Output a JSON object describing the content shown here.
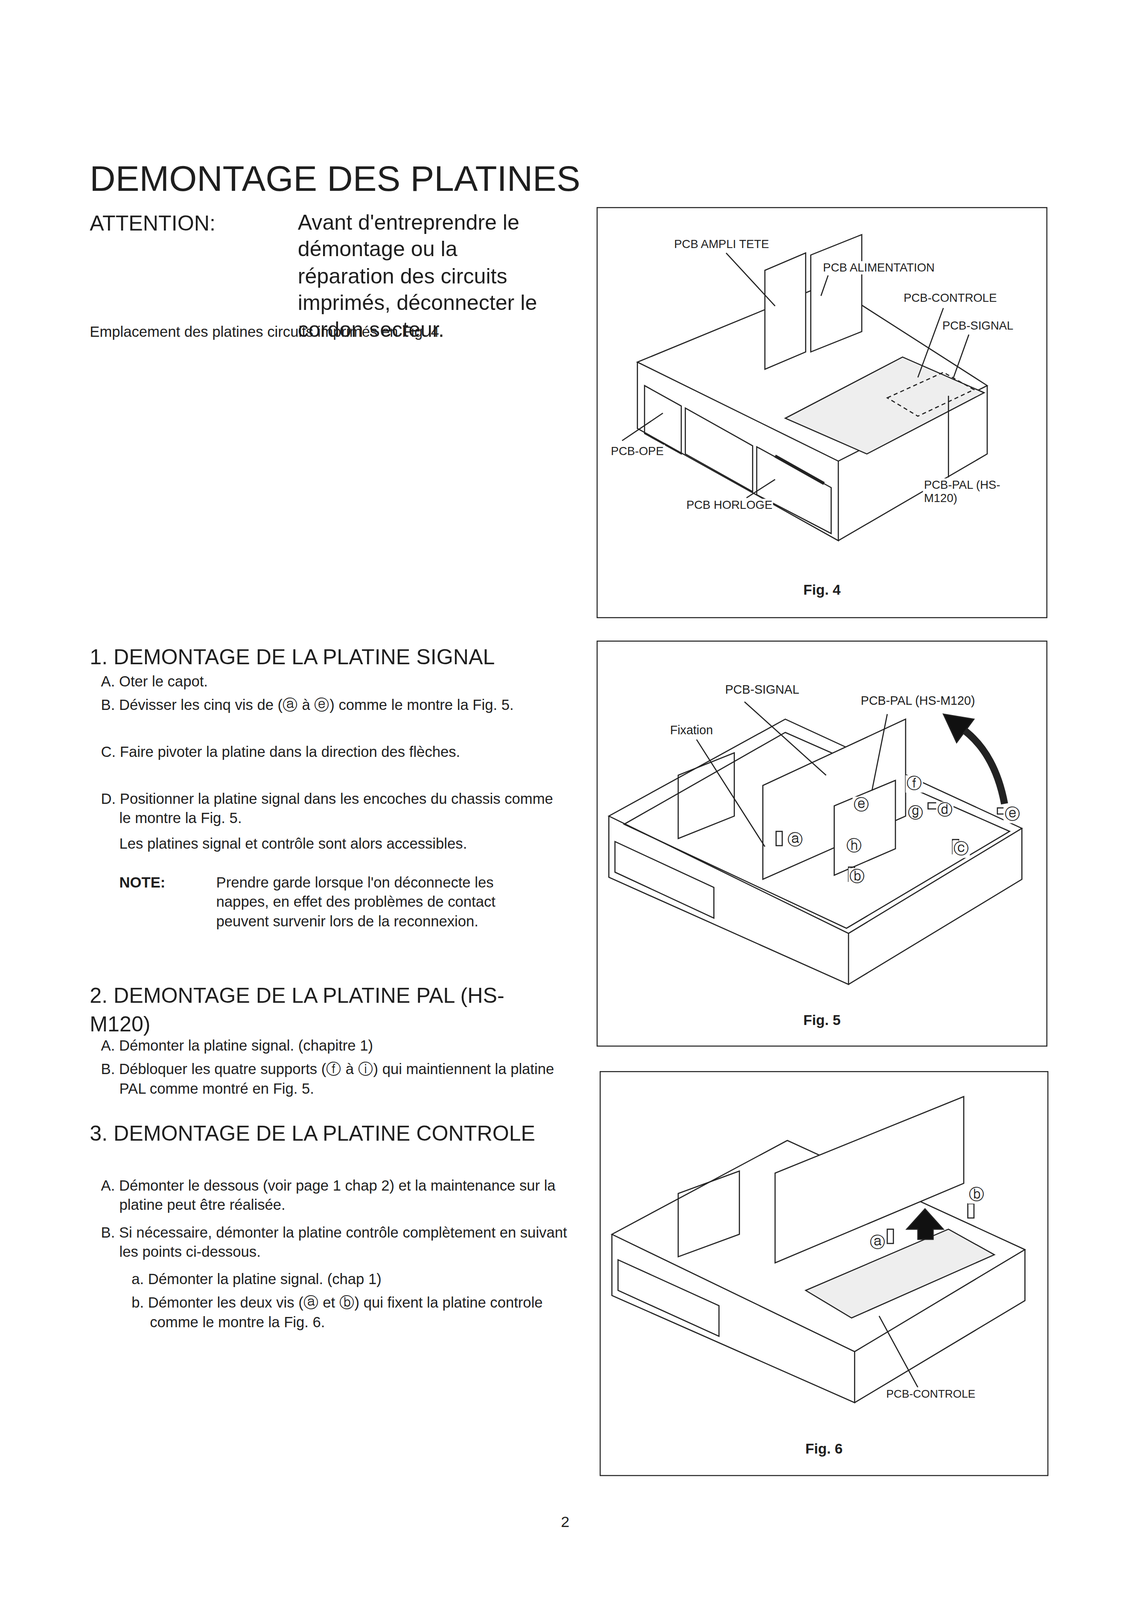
{
  "diagram": {
    "title": "DEMONTAGE DES PLATINES",
    "nodes": [
      {
        "text": [
          "Fig. 4"
        ]
      },
      {
        "text": [
          "Fig. 5"
        ]
      },
      {
        "text": [
          "Fig. 6"
        ]
      }
    ],
    "labels": [
      "ATTENTION:",
      "Avant d'entreprendre le démontage ou la réparation des circuits imprimés, déconnecter le cordon secteur.",
      "Emplacement des platines circuits imprimés en Fig. 4.",
      "PCB AMPLI TETE",
      "PCB ALIMENTATION",
      "PCB-CONTROLE",
      "PCB-SIGNAL",
      "PCB-OPE",
      "PCB HORLOGE",
      "PCB-PAL (HS-M120)",
      "1. DEMONTAGE DE LA PLATINE SIGNAL",
      "A. Oter le capot.",
      "B. Dévisser les cinq vis de (ⓐ à ⓔ) comme le montre la Fig. 5.",
      "C. Faire pivoter la platine dans la direction des flèches.",
      "D. Positionner la platine signal dans les encoches du chassis comme le montre la Fig. 5.",
      "Les platines signal et contrôle sont alors accessibles.",
      "NOTE:",
      "Prendre garde lorsque l'on déconnecte les nappes, en effet des problèmes de contact peuvent survenir lors de la reconnexion.",
      "2. DEMONTAGE DE LA PLATINE PAL (HS-M120)",
      "A. Démonter la platine signal. (chapitre 1)",
      "B. Débloquer les quatre supports (ⓕ à ⓘ) qui maintiennent la platine PAL comme montré en Fig. 5.",
      "3. DEMONTAGE DE LA PLATINE CONTROLE",
      "A. Démonter le dessous (voir page 1 chap 2) et la maintenance sur la platine peut être réalisée.",
      "B. Si nécessaire, démonter la platine contrôle complètement en suivant les points ci-dessous.",
      "a. Démonter la platine signal. (chap 1)",
      "b. Démonter les deux vis (ⓐ et ⓑ) qui fixent la platine controle comme le montre la Fig. 6.",
      "PCB-SIGNAL",
      "PCB-PAL (HS-M120)",
      "Fixation",
      "ⓕ",
      "ⓔ",
      "ⓖ",
      "ⓓ",
      "ⓗ",
      "ⓒ",
      "ⓔ",
      "ⓐ",
      "ⓑ",
      "ⓑ",
      "ⓐ",
      "PCB-CONTROLE",
      "2"
    ]
  }
}
